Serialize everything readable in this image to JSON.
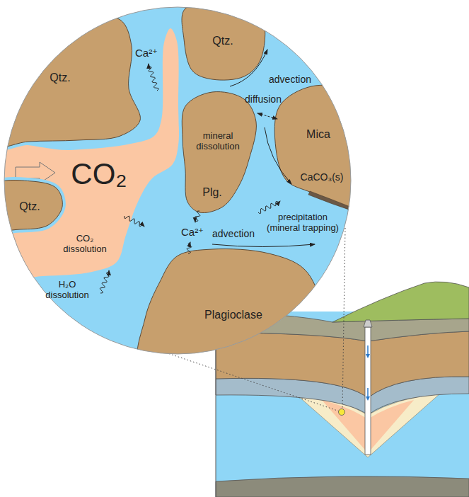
{
  "diagram": {
    "nodes": [
      {
        "text": [
          "Qtz."
        ]
      },
      {
        "text": [
          "Qtz."
        ]
      },
      {
        "text": [
          "Mica"
        ]
      },
      {
        "text": [
          "mineral dissolution",
          "Plg."
        ]
      },
      {
        "text": [
          "Qtz."
        ]
      },
      {
        "text": [
          "Plagioclase"
        ]
      }
    ],
    "labels": [
      "Ca²⁺",
      "advection",
      "diffusion",
      "CO₂",
      "Ca²⁺",
      "advection",
      "CaCO₃(s)",
      "precipitation (mineral trapping)",
      "CO₂ dissolution",
      "H₂O dissolution"
    ]
  }
}
